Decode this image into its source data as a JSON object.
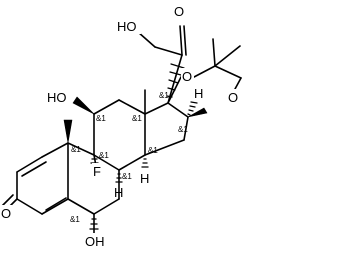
{
  "atoms": {
    "o_ketone_top": "O",
    "ho_top_left": "HO",
    "o_ring_left": "O",
    "o_ring_right": "O",
    "h_c16": "H",
    "ho_c11": "HO",
    "f_c9": "F",
    "h_c8": "H",
    "h_c14": "H",
    "o_c3": "O",
    "oh_c6": "OH"
  },
  "stereo": {
    "c17": "&1",
    "c16": "&1",
    "c11": "&1",
    "c13": "&1",
    "c14": "&1",
    "c10": "&1",
    "c9": "&1",
    "c8": "&1",
    "c6": "&1"
  }
}
